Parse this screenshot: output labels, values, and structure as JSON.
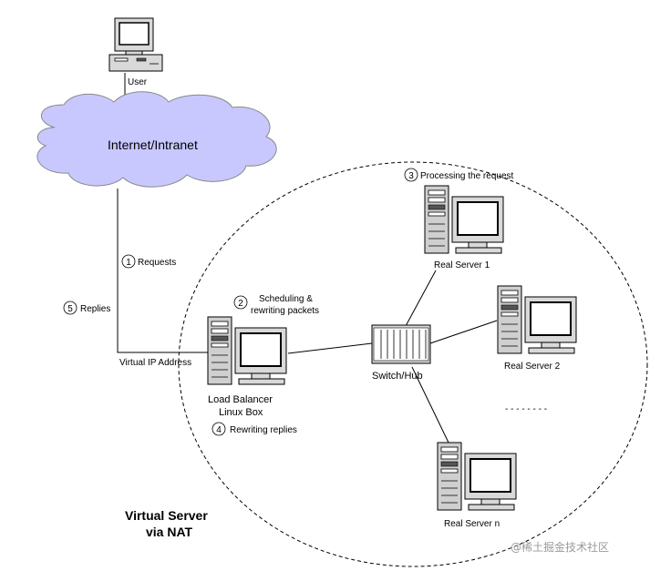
{
  "user": {
    "label": "User"
  },
  "cloud": {
    "label": "Internet/Intranet"
  },
  "steps": [
    {
      "num": "1",
      "text": "Requests"
    },
    {
      "num": "2",
      "text_line1": "Scheduling &",
      "text_line2": "rewriting packets"
    },
    {
      "num": "3",
      "text": "Processing the request"
    },
    {
      "num": "4",
      "text": "Rewriting replies"
    },
    {
      "num": "5",
      "text": "Replies"
    }
  ],
  "vip_label": "Virtual IP Address",
  "load_balancer": {
    "line1": "Load Balancer",
    "line2": "Linux Box"
  },
  "switch": {
    "label": "Switch/Hub"
  },
  "servers": [
    {
      "label": "Real Server 1"
    },
    {
      "label": "Real Server 2"
    },
    {
      "label": "Real Server n"
    }
  ],
  "ellipsis": "- - - - - - - -",
  "title": {
    "line1": "Virtual Server",
    "line2": "via NAT"
  },
  "watermark": "@稀土掘金技术社区",
  "colors": {
    "cloud_fill": "#c8c8ff",
    "screen_fill": "#ffffff",
    "device_fill": "#d9d9d9",
    "line": "#000000"
  }
}
